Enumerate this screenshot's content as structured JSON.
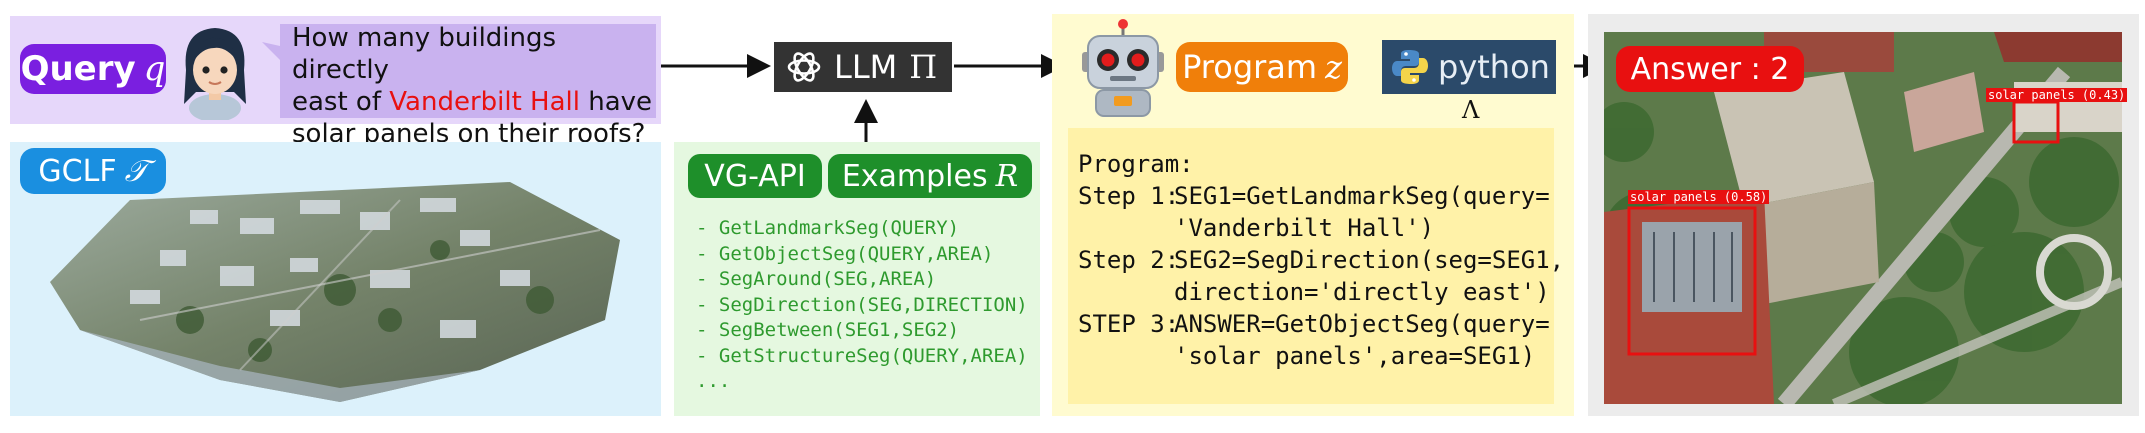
{
  "query": {
    "label": "Query",
    "symbol": "q",
    "question_part1": "How many buildings directly",
    "question_part2_before": "east of ",
    "question_highlight": "Vanderbilt Hall",
    "question_part2_after": " have",
    "question_part3": "solar panels on their roofs?"
  },
  "gclf": {
    "label": "GCLF",
    "symbol": "𝒯"
  },
  "llm": {
    "label": "LLM",
    "symbol": "Π"
  },
  "vgapi": {
    "label": "VG-API",
    "examples_label": "Examples",
    "examples_symbol": "R",
    "functions": [
      "- GetLandmarkSeg(QUERY)",
      "- GetObjectSeg(QUERY,AREA)",
      "- SegAround(SEG,AREA)",
      "- SegDirection(SEG,DIRECTION)",
      "- SegBetween(SEG1,SEG2)",
      "- GetStructureSeg(QUERY,AREA)",
      "..."
    ]
  },
  "program": {
    "label": "Program",
    "symbol": "z",
    "python_label": "python",
    "python_symbol": "Λ",
    "heading": "Program:",
    "steps": [
      {
        "label": "Step 1:",
        "line1": "SEG1=GetLandmarkSeg(query=",
        "line2": "'Vanderbilt Hall')"
      },
      {
        "label": "Step 2:",
        "line1": "SEG2=SegDirection(seg=SEG1,",
        "line2": "direction='directly east')"
      },
      {
        "label": "STEP 3:",
        "line1": "ANSWER=GetObjectSeg(query=",
        "line2": "'solar panels',area=SEG1)"
      }
    ]
  },
  "answer": {
    "label": "Answer : 2",
    "detections": [
      {
        "label": "solar panels (0.58)"
      },
      {
        "label": "solar panels (0.43)"
      }
    ]
  },
  "colors": {
    "query_bg": "#e6d7fa",
    "query_pill": "#7a1fe0",
    "gclf_bg": "#dcf1fb",
    "gclf_pill": "#1a8fe0",
    "vgapi_bg": "#e5f8e0",
    "green_pill": "#1e8f2a",
    "program_bg": "#fffbd0",
    "program_pill": "#f07f0a",
    "answer_bg": "#ececec",
    "answer_pill": "#e81010",
    "highlight": "#e81010"
  }
}
